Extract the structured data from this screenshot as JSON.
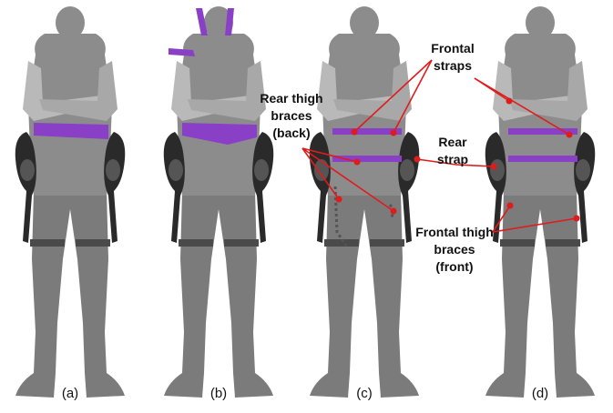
{
  "panels": [
    {
      "label": "(a)"
    },
    {
      "label": "(b)"
    },
    {
      "label": "(c)"
    },
    {
      "label": "(d)"
    }
  ],
  "callouts": {
    "rear_thigh_braces": [
      "Rear thigh",
      "braces",
      "(back)"
    ],
    "frontal_straps": [
      "Frontal",
      "straps"
    ],
    "rear_strap": [
      "Rear",
      "strap"
    ],
    "frontal_thigh_braces": [
      "Frontal thigh",
      "braces",
      "(front)"
    ]
  },
  "colors": {
    "body": "#7b7b7b",
    "body_light": "#a3a3a3",
    "arms": "#b9b9b9",
    "strap": "#8a3fc7",
    "device": "#2a2a2a",
    "brace": "#4a4a4a",
    "marker": "#e01b1b"
  }
}
